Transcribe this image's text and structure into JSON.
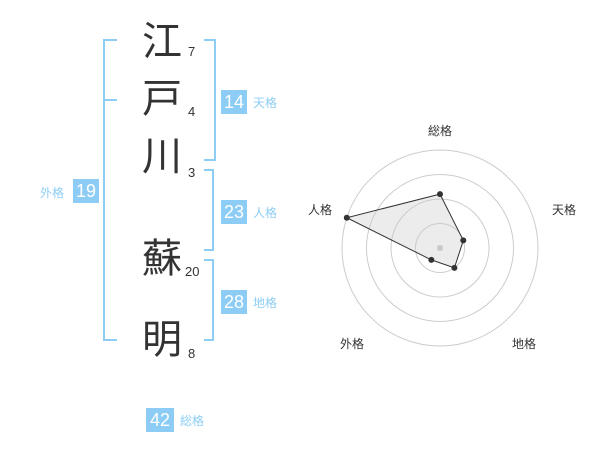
{
  "name": {
    "characters": [
      {
        "char": "江",
        "strokes": "7"
      },
      {
        "char": "戸",
        "strokes": "4"
      },
      {
        "char": "川",
        "strokes": "3"
      },
      {
        "char": "蘇",
        "strokes": "20"
      },
      {
        "char": "明",
        "strokes": "8"
      }
    ]
  },
  "kaku": {
    "tenkaku": {
      "value": "14",
      "label": "天格"
    },
    "jinkaku": {
      "value": "23",
      "label": "人格"
    },
    "chikaku": {
      "value": "28",
      "label": "地格"
    },
    "gaikaku": {
      "value": "19",
      "label": "外格"
    },
    "soukaku": {
      "value": "42",
      "label": "総格"
    }
  },
  "colors": {
    "accent": "#8dcdf5",
    "text": "#333333",
    "grid": "#cccccc"
  },
  "chart_data": {
    "type": "radar",
    "axes": [
      "総格",
      "天格",
      "地格",
      "外格",
      "人格"
    ],
    "values": [
      0.55,
      0.25,
      0.25,
      0.15,
      1.0
    ],
    "max": 1.0,
    "rings": 4
  }
}
